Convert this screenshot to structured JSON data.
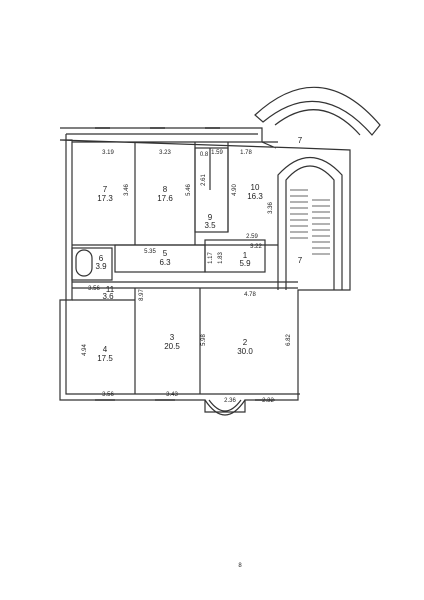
{
  "rooms": [
    {
      "number": "7",
      "area": "17.3",
      "width": "3.19",
      "depth": "3.46"
    },
    {
      "number": "8",
      "area": "17.6",
      "width": "3.23",
      "depth": "5.46"
    },
    {
      "number": "9",
      "area": "3.5",
      "width": "",
      "depth": "2.61"
    },
    {
      "number": "10",
      "area": "16.3",
      "width": "1.78",
      "depth": "4.90"
    },
    {
      "number": "5",
      "area": "6.3",
      "width": "5.35",
      "depth": ""
    },
    {
      "number": "1",
      "area": "5.9",
      "width": "3.22",
      "depth": "1.83"
    },
    {
      "number": "6",
      "area": "3.9",
      "width": "",
      "depth": ""
    },
    {
      "number": "11",
      "area": "3.6",
      "width": "3.56",
      "depth": ""
    },
    {
      "number": "4",
      "area": "17.5",
      "width": "3.56",
      "depth": "4.94"
    },
    {
      "number": "3",
      "area": "20.5",
      "width": "3.43",
      "depth": "5.98"
    },
    {
      "number": "2",
      "area": "30.0",
      "width": "2.36",
      "depth": "6.82"
    }
  ],
  "extra_dims": {
    "d_159": "1.59",
    "d_336": "3.36",
    "d_259": "2.59",
    "d_117": "1.17",
    "d_897": "8.97",
    "d_478": "4.78",
    "d_232": "2.32",
    "d_08": "0.8"
  },
  "stair_labels": {
    "upper": "7",
    "lower": "7"
  },
  "footer_mark": "8"
}
